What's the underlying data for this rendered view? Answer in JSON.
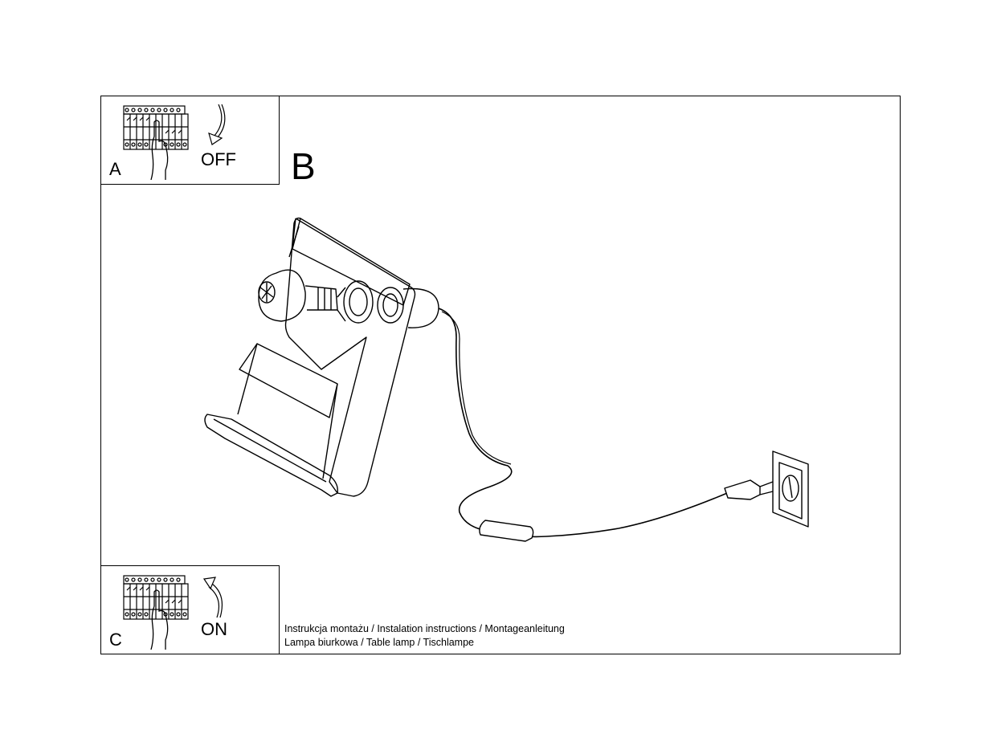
{
  "panel_a": {
    "letter": "A",
    "state": "OFF"
  },
  "panel_b": {
    "letter": "B"
  },
  "panel_c": {
    "letter": "C",
    "state": "ON"
  },
  "caption": {
    "line1": "Instrukcja montażu / Instalation instructions / Montageanleitung",
    "line2": "Lampa biurkowa / Table lamp / Tischlampe"
  },
  "icons": {
    "breaker": "circuit-breaker-icon",
    "hand": "hand-icon",
    "arrow_down": "curved-arrow-down-icon",
    "arrow_up": "curved-arrow-up-icon"
  },
  "colors": {
    "line": "#000000",
    "background": "#ffffff"
  }
}
